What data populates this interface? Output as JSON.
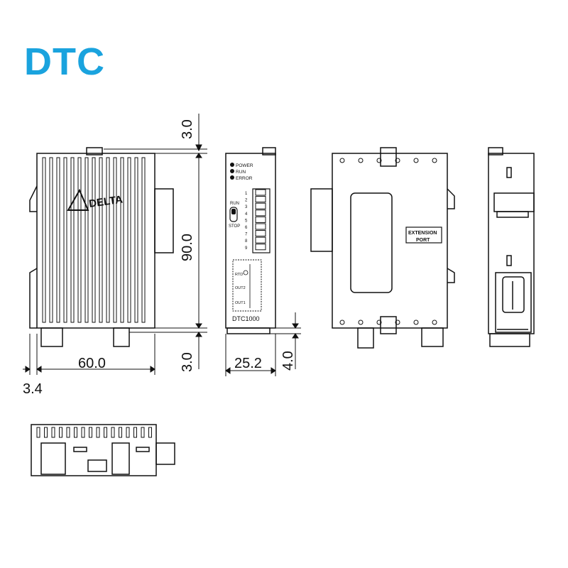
{
  "title": "DTC",
  "colors": {
    "title": "#1aa3de",
    "line": "#111111"
  },
  "dimensions": {
    "top_margin": "3.0",
    "height": "90.0",
    "bottom_margin": "3.0",
    "width": "60.0",
    "offset": "3.4",
    "front_width": "25.2",
    "front_offset": "4.0"
  },
  "front_panel": {
    "power": "POWER",
    "run": "RUN",
    "error": "ERROR",
    "switch_run": "RUN",
    "switch_stop": "STOP",
    "model": "DTC1000",
    "rtd": "RTD",
    "out2": "OUT2",
    "out1": "OUT1",
    "terminals": [
      "1",
      "2",
      "3",
      "4",
      "5",
      "6",
      "7",
      "8",
      "9"
    ]
  },
  "side_view": {
    "logo_text": "DELTA",
    "port_label_line1": "EXTENSION",
    "port_label_line2": "PORT"
  }
}
